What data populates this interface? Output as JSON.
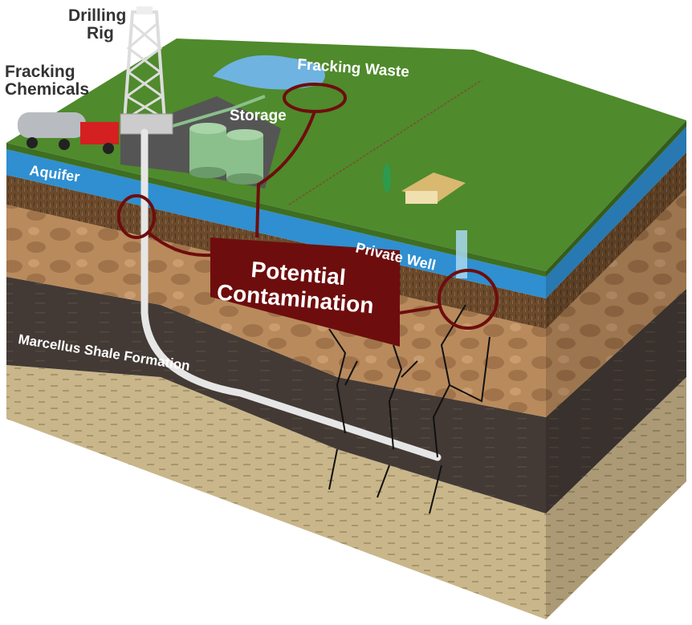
{
  "labels": {
    "drilling_rig": [
      "Drilling",
      "Rig"
    ],
    "fracking_chemicals": [
      "Fracking",
      "Chemicals"
    ],
    "fracking_waste": "Fracking Waste",
    "storage": "Storage",
    "aquifer": "Aquifer",
    "private_well": "Private Well",
    "potential_contamination": [
      "Potential",
      "Contamination"
    ],
    "marcellus": "Marcellus Shale Formation"
  },
  "colors": {
    "grass": "#4f8a2c",
    "aquifer": "#2f8fd0",
    "dirt": "#6b4a2c",
    "cobble": "#b98a5c",
    "shale": "#433a35",
    "sandstone": "#c9b68a",
    "contamination": "#6e0d0d"
  }
}
